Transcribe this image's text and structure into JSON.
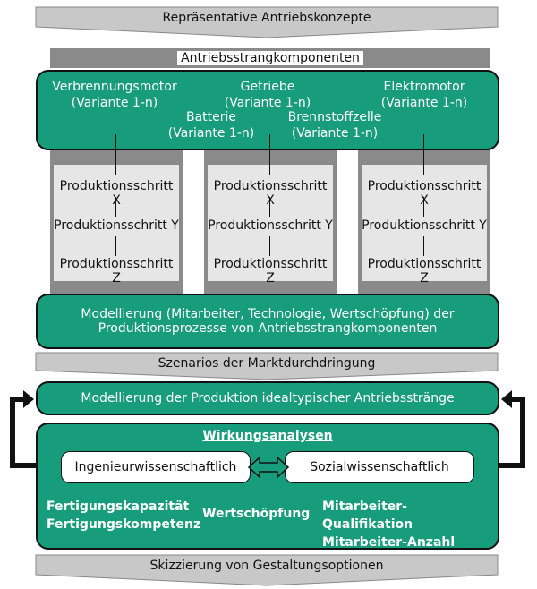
{
  "top_banner": "Repräsentative Antriebskonzepte",
  "components_header": "Antriebsstrangkomponenten",
  "components": {
    "verbrennungsmotor": "Verbrennungsmotor",
    "verbrennungsmotor_variant": "(Variante 1-n)",
    "getriebe": "Getriebe",
    "getriebe_variant": "(Variante 1-n)",
    "elektromotor": "Elektromotor",
    "elektromotor_variant": "(Variante 1-n)",
    "batterie": "Batterie",
    "batterie_variant": "(Variante 1-n)",
    "brennstoffzelle": "Brennstoffzelle",
    "brennstoffzelle_variant": "(Variante 1-n)"
  },
  "columns": [
    {
      "steps": [
        "Produktionsschritt X",
        "Produktionsschritt Y",
        "Produktionsschritt Z"
      ]
    },
    {
      "steps": [
        "Produktionsschritt X",
        "Produktionsschritt Y",
        "Produktionsschritt Z"
      ]
    },
    {
      "steps": [
        "Produktionsschritt X",
        "Produktionsschritt Y",
        "Produktionsschritt Z"
      ]
    }
  ],
  "modellierung_line1": "Modellierung (Mitarbeiter, Technologie, Wertschöpfung) der",
  "modellierung_line2": "Produktionsprozesse von Antriebsstrangkomponenten",
  "szenarios": "Szenarios der Marktdurchdringung",
  "modellierung_produktion": "Modellierung der Produktion idealtypischer Antriebsstränge",
  "wirkungsanalysen": {
    "title": "Wirkungsanalysen",
    "left_box": "Ingenieurwissenschaftlich",
    "right_box": "Sozialwissenschaftlich",
    "left_items": [
      "Fertigungskapazität",
      "Fertigungskompetenz"
    ],
    "middle_item": "Wertschöpfung",
    "right_items": [
      "Mitarbeiter-Qualifikation",
      "Mitarbeiter-Anzahl"
    ]
  },
  "bottom_banner": "Skizzierung von Gestaltungsoptionen"
}
